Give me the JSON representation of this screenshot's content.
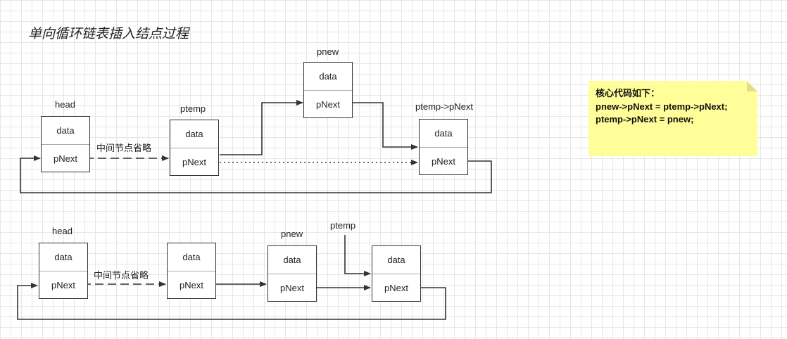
{
  "title": "单向循环链表插入结点过程",
  "top_diagram": {
    "head_label": "head",
    "ptemp_label": "ptemp",
    "pnew_label": "pnew",
    "ptemp_next_label": "ptemp->pNext",
    "omitted_label": "中间节点省略",
    "data_label": "data",
    "next_label": "pNext"
  },
  "bottom_diagram": {
    "head_label": "head",
    "pnew_label": "pnew",
    "ptemp_label": "ptemp",
    "omitted_label": "中间节点省略",
    "data_label": "data",
    "next_label": "pNext"
  },
  "note": {
    "heading": "核心代码如下：",
    "line1": "pnew->pNext = ptemp->pNext;",
    "line2": "ptemp->pNext = pnew;",
    "color": "#fffe99"
  }
}
